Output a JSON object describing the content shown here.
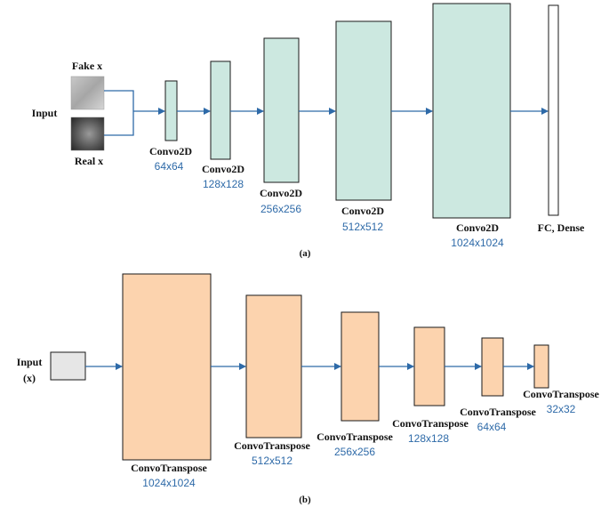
{
  "colors": {
    "discriminator_fill": "#cce8e0",
    "generator_fill": "#fcd3ae",
    "fc_fill": "#ffffff",
    "input_box_fill": "#e6e6e6",
    "arrow": "#2e6aa8",
    "size_text": "#2e6aa8"
  },
  "panel_a": {
    "caption": "(a)",
    "input_label": "Input",
    "fake_label": "Fake x",
    "real_label": "Real x",
    "layers": [
      {
        "name": "Convo2D",
        "size": "64x64"
      },
      {
        "name": "Convo2D",
        "size": "128x128"
      },
      {
        "name": "Convo2D",
        "size": "256x256"
      },
      {
        "name": "Convo2D",
        "size": "512x512"
      },
      {
        "name": "Convo2D",
        "size": "1024x1024"
      }
    ],
    "fc_label": "FC, Dense"
  },
  "panel_b": {
    "caption": "(b)",
    "input_label_line1": "Input",
    "input_label_line2": "(x)",
    "layers": [
      {
        "name": "ConvoTranspose",
        "size": "1024x1024"
      },
      {
        "name": "ConvoTranspose",
        "size": "512x512"
      },
      {
        "name": "ConvoTranspose",
        "size": "256x256"
      },
      {
        "name": "ConvoTranspose",
        "size": "128x128"
      },
      {
        "name": "ConvoTranspose",
        "size": "64x64"
      },
      {
        "name": "ConvoTranspose",
        "size": "32x32"
      }
    ]
  }
}
